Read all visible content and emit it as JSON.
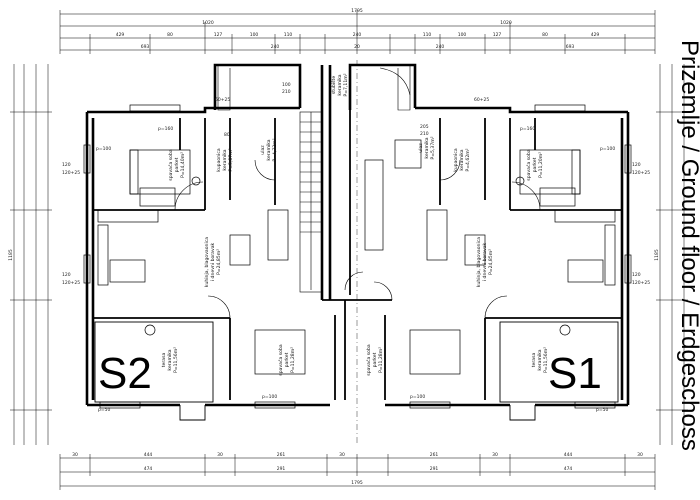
{
  "title": "Prizemlje / Ground floor / Erdgeschoss",
  "apartments": {
    "left": "S2",
    "right": "S1"
  },
  "dimensions": {
    "top_total": "1795",
    "top_halves": [
      "1020",
      "1020"
    ],
    "top_row2": [
      "429",
      "80",
      "127",
      "100",
      "110",
      "240",
      "110",
      "100",
      "127",
      "80",
      "429"
    ],
    "top_row3": [
      "693",
      "240",
      "20",
      "240",
      "693"
    ],
    "bottom_row1": [
      "30",
      "444",
      "30",
      "261",
      "30",
      "261",
      "30",
      "444",
      "30"
    ],
    "bottom_row2": [
      "474",
      "291",
      "291",
      "474"
    ],
    "bottom_total": "1795",
    "side_total": "1185"
  },
  "rooms": {
    "left_bedroom": [
      "spavaća soba",
      "parket",
      "P=14,40m²"
    ],
    "left_bath": [
      "kupaonica",
      "keramika",
      "P=5,87m²"
    ],
    "left_hall": [
      "ulaz",
      "keramika",
      "P=4,72m²"
    ],
    "left_living": [
      "kuhinja, blagovaonica",
      "i dnevni boravak",
      "P=24,85m²"
    ],
    "left_bedroom2": [
      "spavaća soba",
      "parket",
      "P=11,28m²"
    ],
    "left_terrace": [
      "terasa",
      "keramika",
      "P=11,56m²"
    ],
    "stair": [
      "stubište",
      "keramika",
      "P=7,11m²"
    ],
    "right_bedroom": [
      "spavaća soba",
      "parket",
      "P=11,20m²"
    ],
    "right_bath": [
      "kupaonica",
      "keramika",
      "P=4,62m²"
    ],
    "right_hall": [
      "ulaz",
      "keramika",
      "P=5,37m²"
    ],
    "right_living": [
      "kuhinja, blagovaonica",
      "i dnevni boravak",
      "P=24,85m²"
    ],
    "right_bedroom2": [
      "spavaća soba",
      "parket",
      "P=11,28m²"
    ],
    "right_terrace": [
      "terasa",
      "keramika",
      "P=11,56m²"
    ]
  },
  "openings": {
    "win1": "p=160",
    "win2": "p=100",
    "win3": "p=100",
    "win4": "p=50",
    "win5": "p=50",
    "w120": "120",
    "w120_25": "120+25",
    "w80": "80",
    "w60_25": "60+25",
    "d100": "100",
    "d210": "210",
    "d205": "205",
    "d210b": "210"
  }
}
